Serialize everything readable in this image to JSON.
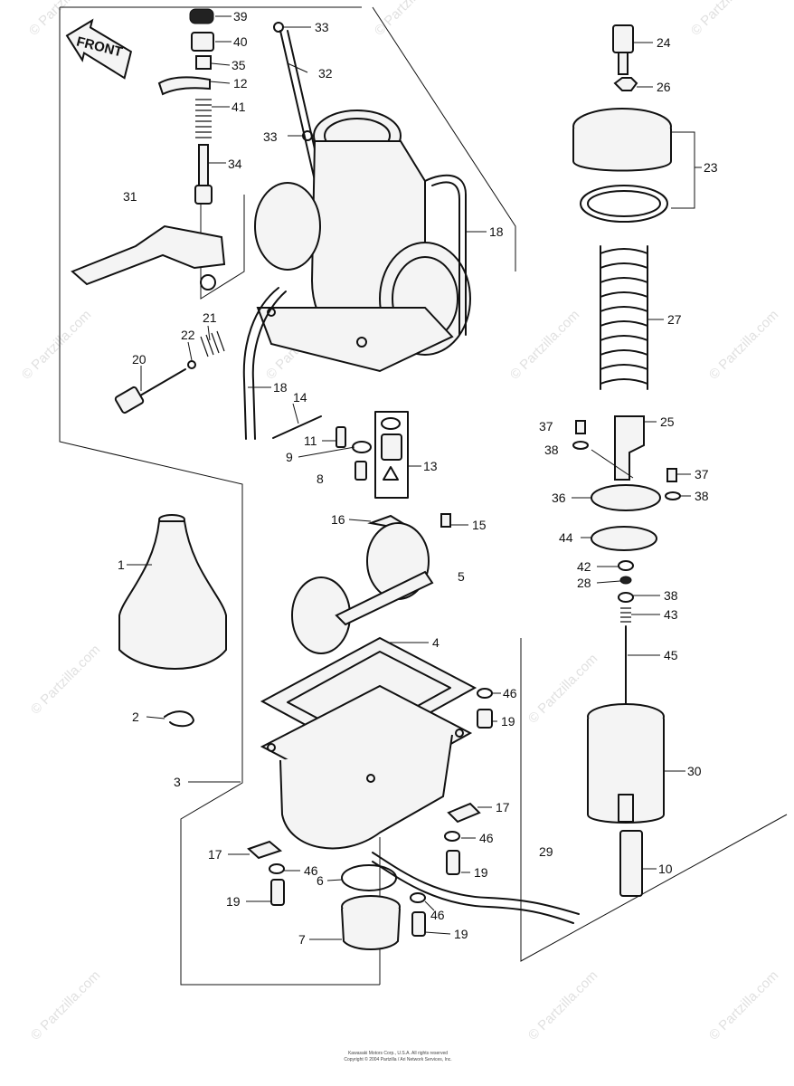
{
  "front_arrow": {
    "label": "FRONT"
  },
  "watermarks": [
    "© Partzilla.com",
    "© Partzilla.com",
    "© Partzilla.com",
    "© Partzilla.com",
    "© Partzilla.com",
    "© Partzilla.com",
    "© Partzilla.com",
    "© Partzilla.com",
    "© Partzilla.com",
    "© Partzilla.com",
    "© Partzilla.com",
    "© Partzilla.com"
  ],
  "part_labels": [
    "39",
    "40",
    "35",
    "12",
    "41",
    "34",
    "31",
    "33",
    "32",
    "33",
    "18",
    "21",
    "22",
    "20",
    "18",
    "14",
    "11",
    "9",
    "8",
    "13",
    "24",
    "26",
    "23",
    "27",
    "37",
    "38",
    "25",
    "37",
    "36",
    "38",
    "44",
    "42",
    "28",
    "38",
    "43",
    "45",
    "30",
    "10",
    "29",
    "16",
    "15",
    "5",
    "4",
    "1",
    "46",
    "19",
    "2",
    "3",
    "17",
    "46",
    "19",
    "17",
    "46",
    "19",
    "6",
    "46",
    "7",
    "19"
  ],
  "copyright": {
    "line1": "Kawasaki Motors Corp., U.S.A. All rights reserved",
    "line2": "Copyright © 2004 Partzilla / Ari Network Services, Inc."
  }
}
